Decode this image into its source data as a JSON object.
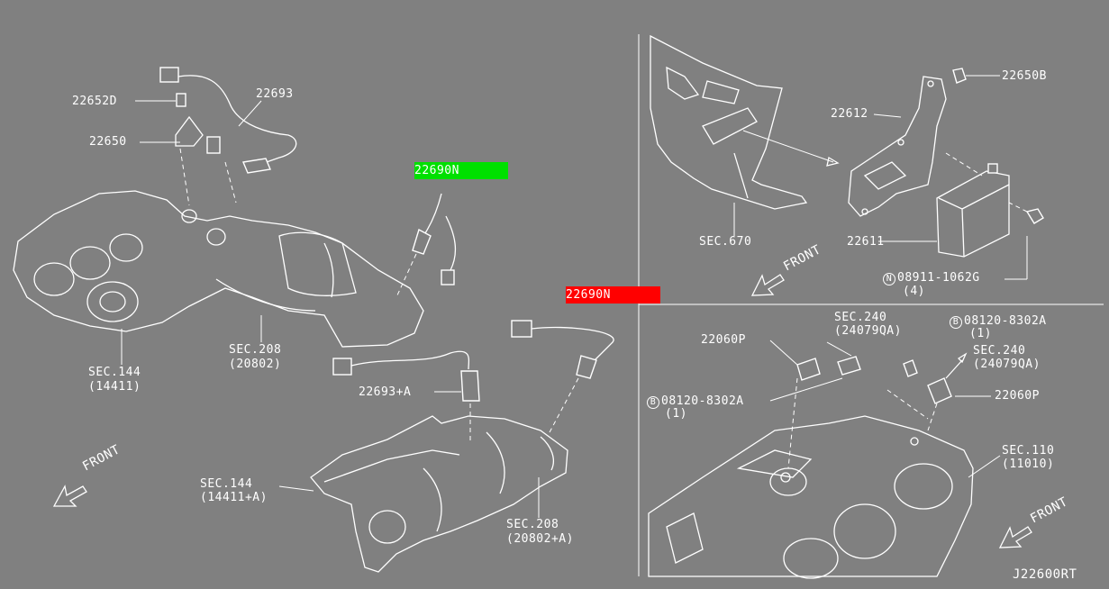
{
  "diagram_code": "J22600RT",
  "highlights": {
    "green_part": "22690N",
    "red_part": "22690N"
  },
  "labels": {
    "p22652d": "22652D",
    "p22693": "22693",
    "p22650": "22650",
    "p22693a": "22693+A",
    "sec144": "SEC.144",
    "sec144_sub": "(14411)",
    "sec208": "SEC.208",
    "sec208_sub": "(20802)",
    "sec144b": "SEC.144",
    "sec144b_sub": "(14411+A)",
    "sec208b": "SEC.208",
    "sec208b_sub": "(20802+A)",
    "front1": "FRONT",
    "p22650b": "22650B",
    "p22612": "22612",
    "p22611": "22611",
    "sec670": "SEC.670",
    "front2": "FRONT",
    "bolt_n_circle": "N",
    "bolt_n": "08911-1062G",
    "bolt_n_qty": "(4)",
    "sec240a": "SEC.240",
    "sec240a_sub": "(24079QA)",
    "p22060p_a": "22060P",
    "bolt_b1_circle": "B",
    "bolt_b1": "08120-8302A",
    "bolt_b1_qty": "(1)",
    "sec240b": "SEC.240",
    "sec240b_sub": "(24079QA)",
    "bolt_b2_circle": "B",
    "bolt_b2": "08120-8302A",
    "bolt_b2_qty": "(1)",
    "p22060p_b": "22060P",
    "sec110": "SEC.110",
    "sec110_sub": "(11010)",
    "front3": "FRONT"
  }
}
